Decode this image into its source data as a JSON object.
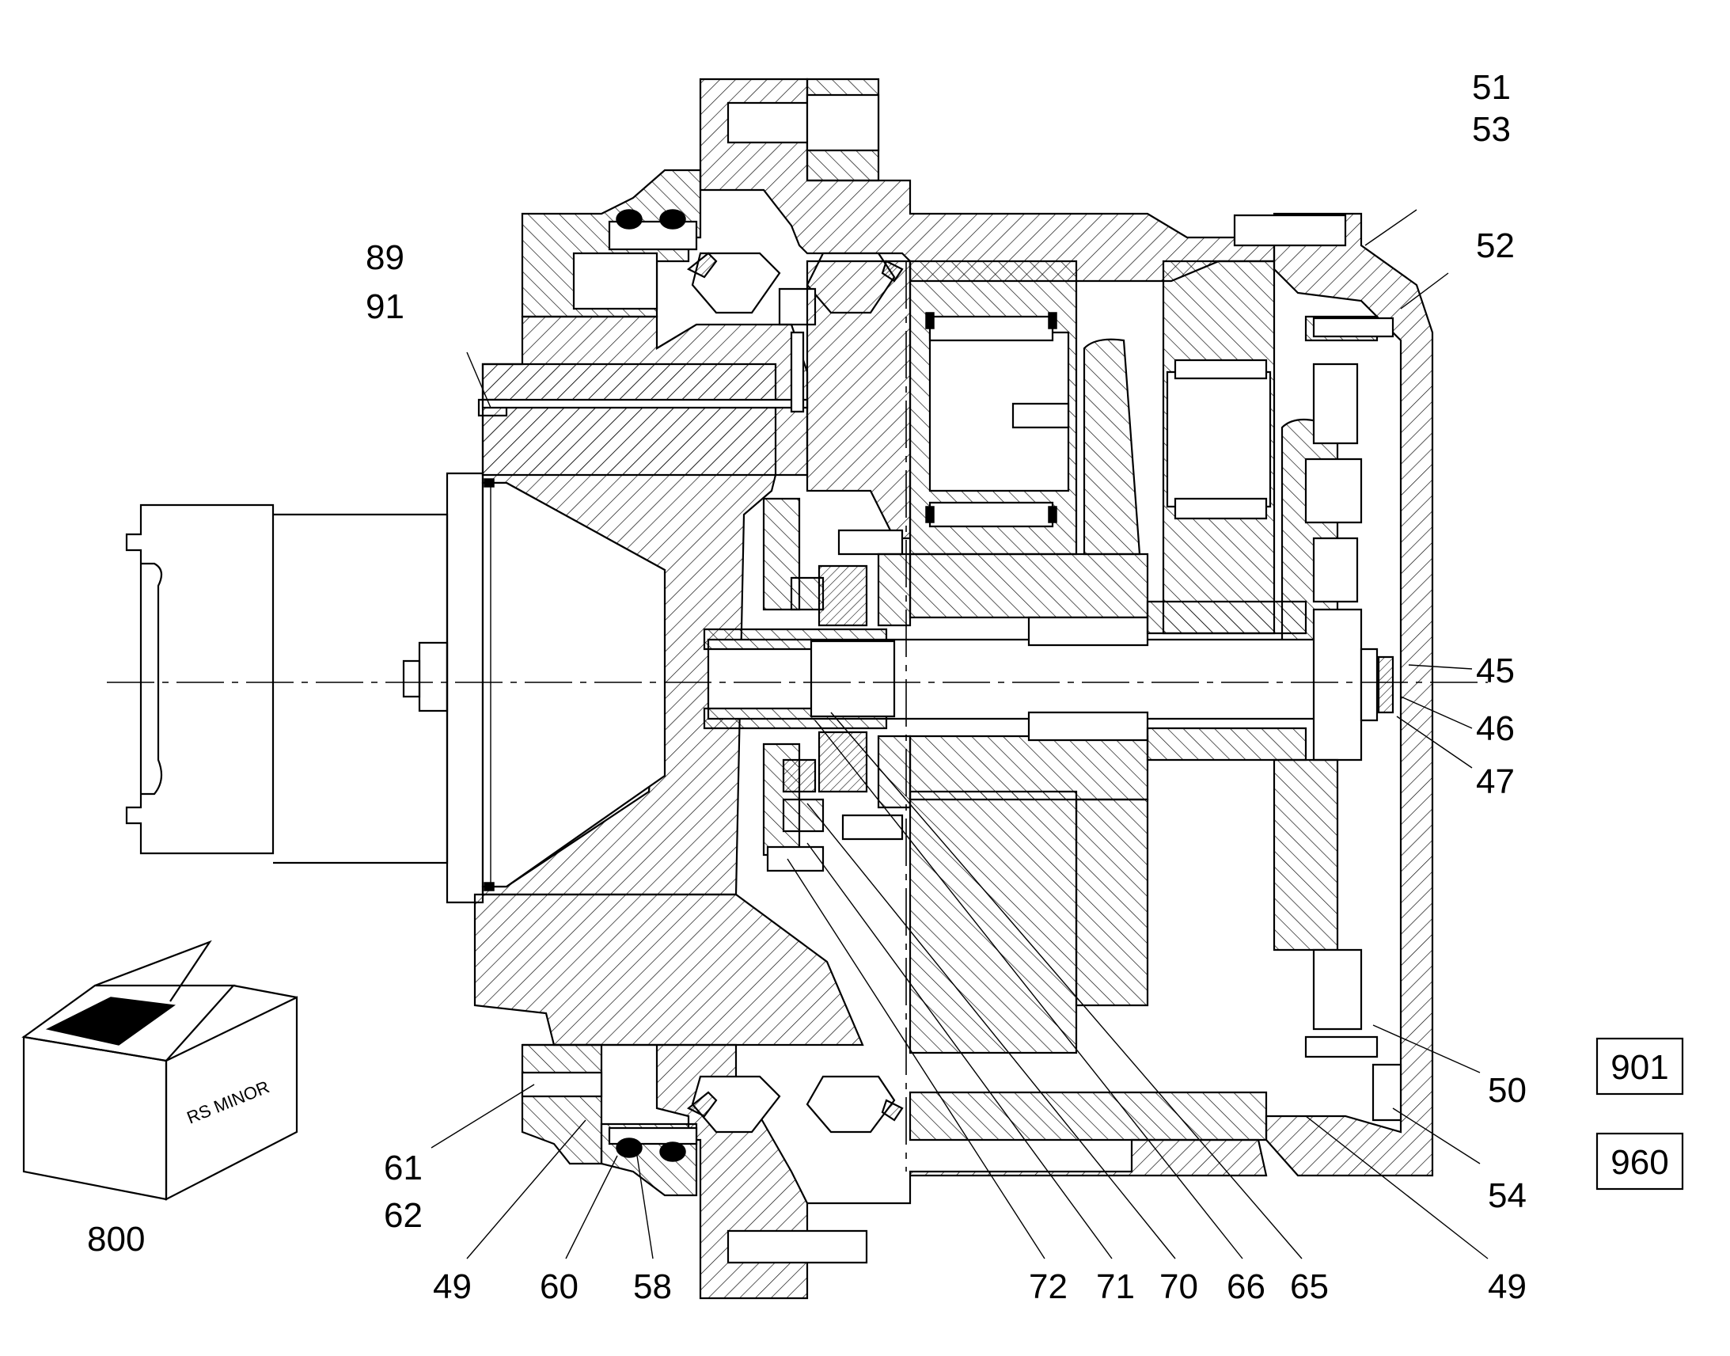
{
  "drawing": {
    "carton_text": "RS MINOR",
    "boxed_labels": [
      "901",
      "960"
    ],
    "callouts": [
      {
        "id": "c-51",
        "text": "51"
      },
      {
        "id": "c-53",
        "text": "53"
      },
      {
        "id": "c-52",
        "text": "52"
      },
      {
        "id": "c-89",
        "text": "89"
      },
      {
        "id": "c-91",
        "text": "91"
      },
      {
        "id": "c-45",
        "text": "45"
      },
      {
        "id": "c-46",
        "text": "46"
      },
      {
        "id": "c-47",
        "text": "47"
      },
      {
        "id": "c-50",
        "text": "50"
      },
      {
        "id": "c-54",
        "text": "54"
      },
      {
        "id": "c-49r",
        "text": "49"
      },
      {
        "id": "c-65",
        "text": "65"
      },
      {
        "id": "c-66",
        "text": "66"
      },
      {
        "id": "c-70",
        "text": "70"
      },
      {
        "id": "c-71",
        "text": "71"
      },
      {
        "id": "c-72",
        "text": "72"
      },
      {
        "id": "c-58",
        "text": "58"
      },
      {
        "id": "c-60",
        "text": "60"
      },
      {
        "id": "c-49l",
        "text": "49"
      },
      {
        "id": "c-61",
        "text": "61"
      },
      {
        "id": "c-62",
        "text": "62"
      },
      {
        "id": "c-800",
        "text": "800"
      }
    ]
  }
}
